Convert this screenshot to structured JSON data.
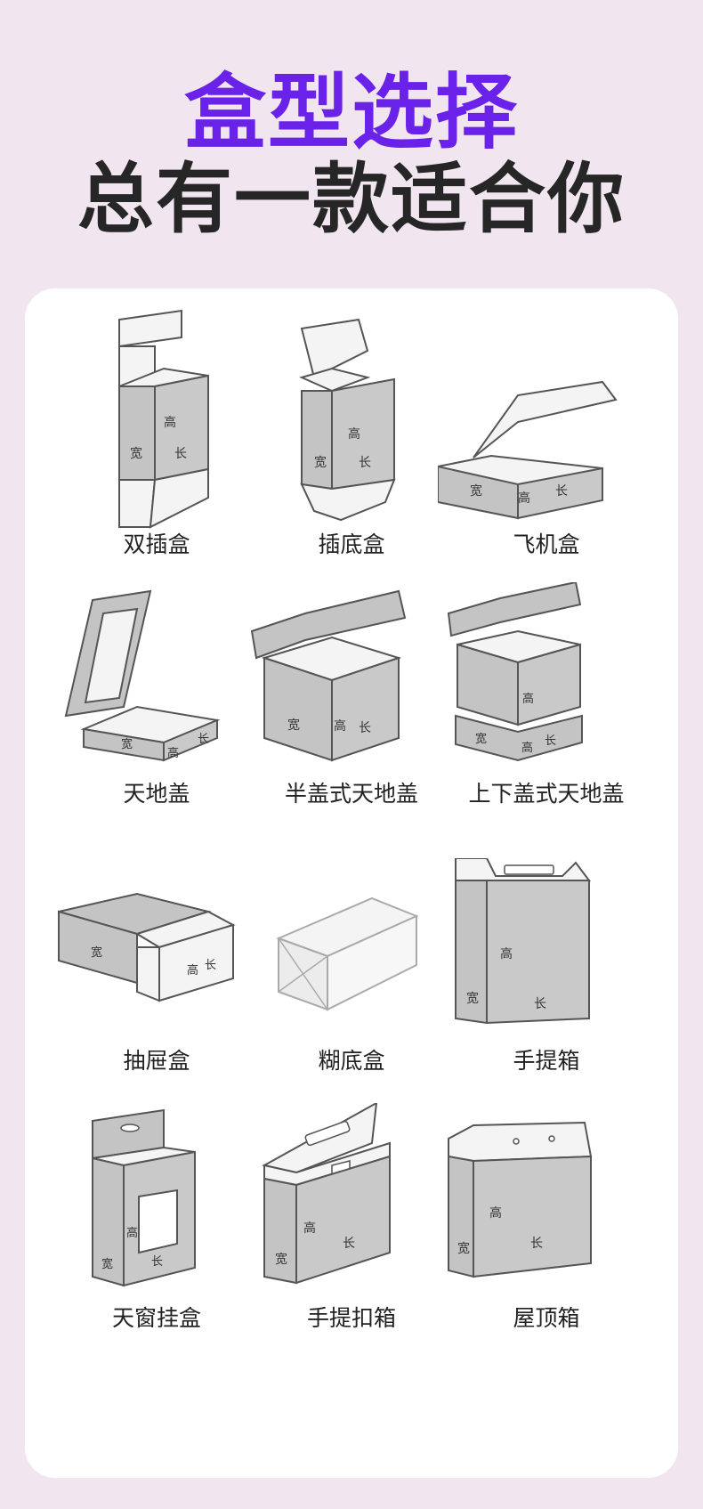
{
  "header": {
    "title": "盒型选择",
    "subtitle": "总有一款适合你"
  },
  "dimension_labels": {
    "width": "宽",
    "height": "高",
    "length": "长"
  },
  "colors": {
    "background": "#f1e6ef",
    "title": "#6a22e8",
    "subtitle": "#262626",
    "card": "#ffffff",
    "box_face_dark": "#c4c4c4",
    "box_face_light": "#f4f4f4",
    "outline": "#555555"
  },
  "boxes": [
    {
      "name": "双插盒"
    },
    {
      "name": "插底盒"
    },
    {
      "name": "飞机盒"
    },
    {
      "name": "天地盖"
    },
    {
      "name": "半盖式天地盖"
    },
    {
      "name": "上下盖式天地盖"
    },
    {
      "name": "抽屉盒"
    },
    {
      "name": "糊底盒"
    },
    {
      "name": "手提箱"
    },
    {
      "name": "天窗挂盒"
    },
    {
      "name": "手提扣箱"
    },
    {
      "name": "屋顶箱"
    }
  ]
}
